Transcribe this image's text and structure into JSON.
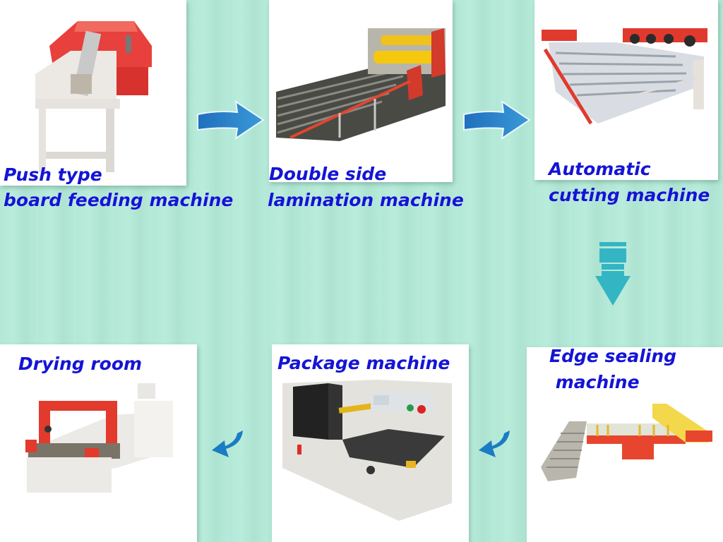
{
  "diagram": {
    "type": "process-flow",
    "background_color": "#b3e8d6",
    "label_color": "#1414d6",
    "steps": [
      {
        "order": 1,
        "label_line1": "Push type",
        "label_line2": "board feeding machine"
      },
      {
        "order": 2,
        "label_line1": "Double side",
        "label_line2": "lamination machine"
      },
      {
        "order": 3,
        "label_line1": "Automatic",
        "label_line2": "cutting machine"
      },
      {
        "order": 4,
        "label_line1": "Edge sealing",
        "label_line2": " machine"
      },
      {
        "order": 5,
        "label_line1": "Package machine"
      },
      {
        "order": 6,
        "label_line1": "Drying room"
      }
    ],
    "arrows": [
      {
        "from": 1,
        "to": 2,
        "direction": "right",
        "color": "#2a7fc9"
      },
      {
        "from": 2,
        "to": 3,
        "direction": "right",
        "color": "#2a7fc9"
      },
      {
        "from": 3,
        "to": 4,
        "direction": "down",
        "color": "#33b5c4"
      },
      {
        "from": 4,
        "to": 5,
        "direction": "curved-left",
        "color": "#1a7cc4"
      },
      {
        "from": 5,
        "to": 6,
        "direction": "curved-left",
        "color": "#1a7cc4"
      }
    ]
  }
}
